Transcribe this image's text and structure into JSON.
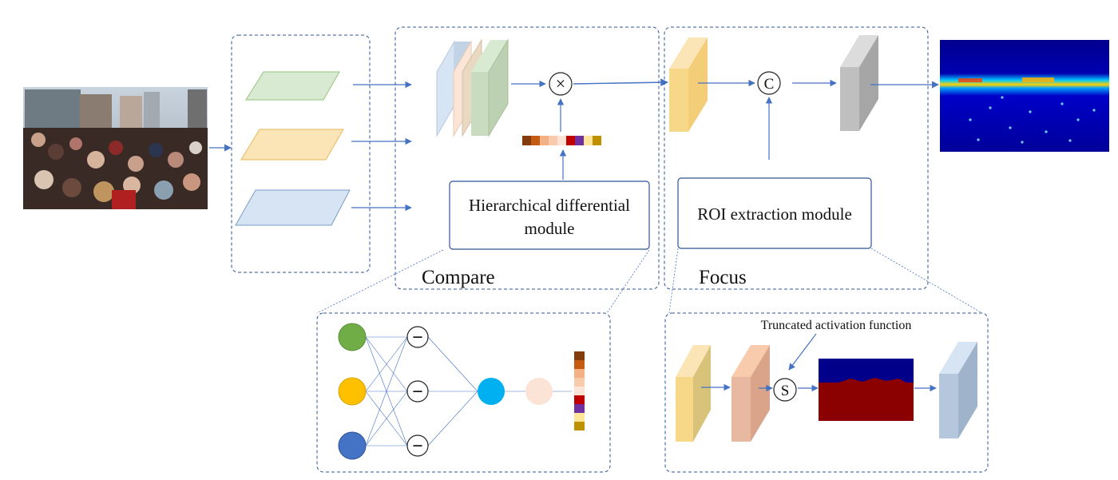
{
  "labels": {
    "hdm_line1": "Hierarchical differential",
    "hdm_line2": "module",
    "roi_module": "ROI extraction module",
    "compare": "Compare",
    "focus": "Focus",
    "truncated": "Truncated activation function"
  },
  "symbols": {
    "multiply": "×",
    "concat": "C",
    "subtract": "−",
    "sigmoid": "S"
  },
  "icons": {
    "input_image": "crowd-photo",
    "output_map": "density-map",
    "binary_mask": "roi-mask"
  },
  "colors": {
    "arrow": "#4472c4",
    "box_border": "#2f5597",
    "green": "#d9ead3",
    "yellow": "#fbe5b6",
    "blue": "#d6e4f3",
    "node_green": "#70ad47",
    "node_yellow": "#ffc000",
    "node_blue": "#4472c4",
    "node_cyan": "#00b0f0",
    "node_peach": "#fbe3d6"
  },
  "vector_colors": [
    "#843c0c",
    "#c55a11",
    "#f4b183",
    "#f8cbad",
    "#fbe3d6",
    "#c00000",
    "#7030a0",
    "#ffe699",
    "#bf9000"
  ]
}
